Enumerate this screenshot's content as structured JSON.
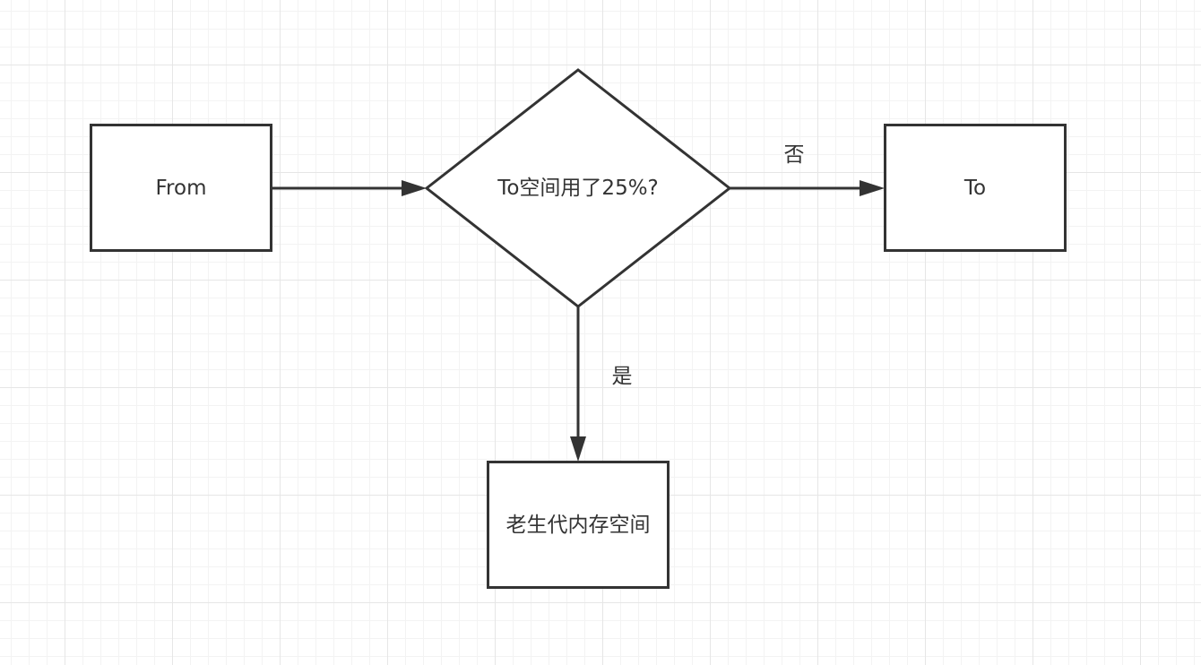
{
  "nodes": {
    "from": {
      "label": "From"
    },
    "decision": {
      "label": "To空间用了25%?"
    },
    "to": {
      "label": "To"
    },
    "old_gen": {
      "label": "老生代内存空间"
    }
  },
  "edges": {
    "no": {
      "label": "否"
    },
    "yes": {
      "label": "是"
    }
  },
  "colors": {
    "stroke": "#333333",
    "text": "#333333",
    "grid": "#e6e6e6",
    "background": "#ffffff"
  }
}
